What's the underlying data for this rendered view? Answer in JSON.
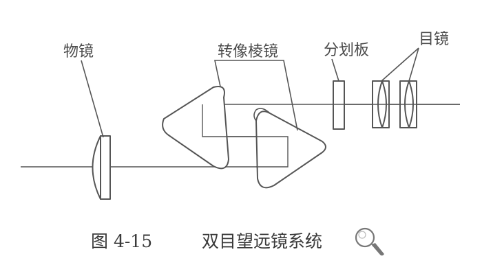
{
  "labels": {
    "objective": "物镜",
    "relay_prism": "转像棱镜",
    "reticle": "分划板",
    "eyepiece": "目镜"
  },
  "caption": {
    "figure_number": "图 4-15",
    "title": "双目望远镜系统"
  },
  "icons": {
    "magnifier": "magnifier-icon"
  },
  "colors": {
    "line": "#555555",
    "text": "#4a4a4a"
  }
}
